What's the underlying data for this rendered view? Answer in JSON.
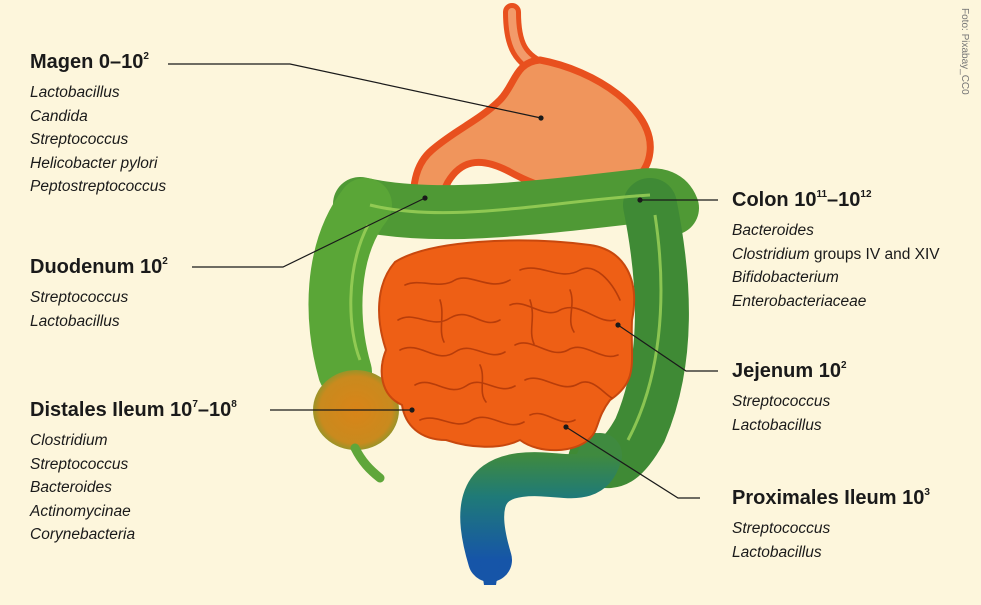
{
  "credit": "Foto: Pixabay_CC0",
  "regions": {
    "magen": {
      "title_name": "Magen 0–10",
      "title_exp": "2",
      "species": [
        "Lactobacillus",
        "Candida",
        "Streptococcus",
        "Helicobacter pylori",
        "Peptostreptococcus"
      ]
    },
    "duodenum": {
      "title_name": "Duodenum 10",
      "title_exp": "2",
      "species": [
        "Streptococcus",
        "Lactobacillus"
      ]
    },
    "distales_ileum": {
      "title_name": "Distales Ileum 10",
      "title_exp1": "7",
      "title_mid": "–10",
      "title_exp2": "8",
      "species": [
        "Clostridium",
        "Streptococcus",
        "Bacteroides",
        "Actinomycinae",
        "Corynebacteria"
      ]
    },
    "colon": {
      "title_name": "Colon 10",
      "title_exp1": "11",
      "title_mid": "–10",
      "title_exp2": "12",
      "species": [
        "Bacteroides",
        "Clostridium",
        "Bifidobacterium",
        "Enterobacteriaceae"
      ],
      "species2_suffix": " groups IV and XIV"
    },
    "jejenum": {
      "title_name": "Jejenum 10",
      "title_exp": "2",
      "species": [
        "Streptococcus",
        "Lactobacillus"
      ]
    },
    "proximales_ileum": {
      "title_name": "Proximales Ileum 10",
      "title_exp": "3",
      "species": [
        "Streptococcus",
        "Lactobacillus"
      ]
    }
  }
}
